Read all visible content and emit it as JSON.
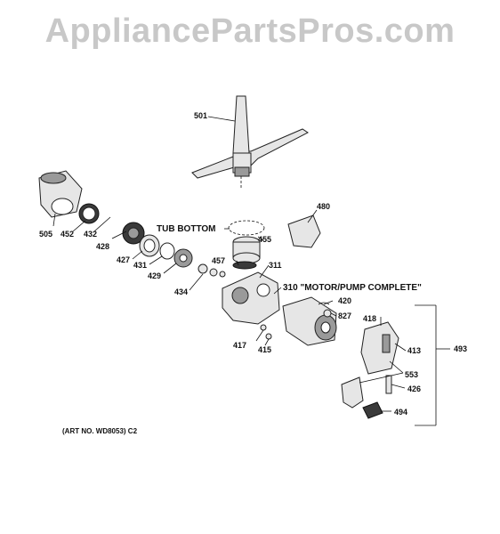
{
  "watermark": "AppliancePartsPros.com",
  "art_number": "(ART NO. WD8053) C2",
  "callouts": {
    "tub_bottom": "TUB BOTTOM",
    "motor_pump": "310 \"MOTOR/PUMP COMPLETE\""
  },
  "parts": [
    {
      "id": "p501",
      "label": "501"
    },
    {
      "id": "p480",
      "label": "480"
    },
    {
      "id": "p505",
      "label": "505"
    },
    {
      "id": "p452",
      "label": "452"
    },
    {
      "id": "p432",
      "label": "432"
    },
    {
      "id": "p428",
      "label": "428"
    },
    {
      "id": "p455",
      "label": "455"
    },
    {
      "id": "p427",
      "label": "427"
    },
    {
      "id": "p431",
      "label": "431"
    },
    {
      "id": "p429",
      "label": "429"
    },
    {
      "id": "p457",
      "label": "457"
    },
    {
      "id": "p311",
      "label": "311"
    },
    {
      "id": "p434",
      "label": "434"
    },
    {
      "id": "p420",
      "label": "420"
    },
    {
      "id": "p827",
      "label": "827"
    },
    {
      "id": "p418",
      "label": "418"
    },
    {
      "id": "p413",
      "label": "413"
    },
    {
      "id": "p493",
      "label": "493"
    },
    {
      "id": "p417",
      "label": "417"
    },
    {
      "id": "p415",
      "label": "415"
    },
    {
      "id": "p553",
      "label": "553"
    },
    {
      "id": "p426",
      "label": "426"
    },
    {
      "id": "p494",
      "label": "494"
    }
  ],
  "colors": {
    "watermark": "#c8c8c8",
    "ink": "#111111"
  }
}
